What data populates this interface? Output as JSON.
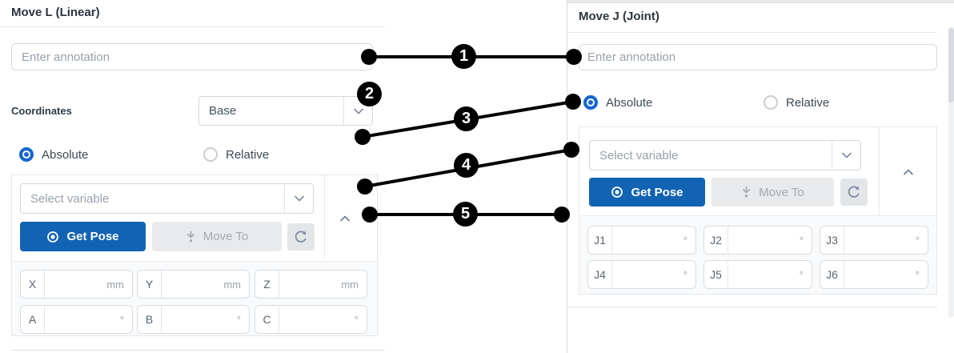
{
  "move_l": {
    "title": "Move L (Linear)",
    "annotation_placeholder": "Enter annotation",
    "coordinates_label": "Coordinates",
    "coordinates_value": "Base",
    "mode": {
      "absolute": "Absolute",
      "relative": "Relative"
    },
    "variable_placeholder": "Select variable",
    "buttons": {
      "get_pose": "Get Pose",
      "move_to": "Move To"
    },
    "pose_fields": [
      {
        "label": "X",
        "unit": "mm",
        "value": ""
      },
      {
        "label": "Y",
        "unit": "mm",
        "value": ""
      },
      {
        "label": "Z",
        "unit": "mm",
        "value": ""
      },
      {
        "label": "A",
        "unit": "°",
        "value": ""
      },
      {
        "label": "B",
        "unit": "°",
        "value": ""
      },
      {
        "label": "C",
        "unit": "°",
        "value": ""
      }
    ]
  },
  "move_j": {
    "title": "Move J (Joint)",
    "annotation_placeholder": "Enter annotation",
    "mode": {
      "absolute": "Absolute",
      "relative": "Relative"
    },
    "variable_placeholder": "Select variable",
    "buttons": {
      "get_pose": "Get Pose",
      "move_to": "Move To"
    },
    "joint_fields": [
      {
        "label": "J1",
        "unit": "°",
        "value": ""
      },
      {
        "label": "J2",
        "unit": "°",
        "value": ""
      },
      {
        "label": "J3",
        "unit": "°",
        "value": ""
      },
      {
        "label": "J4",
        "unit": "°",
        "value": ""
      },
      {
        "label": "J5",
        "unit": "°",
        "value": ""
      },
      {
        "label": "J6",
        "unit": "°",
        "value": ""
      }
    ]
  },
  "callouts": [
    "1",
    "2",
    "3",
    "4",
    "5"
  ],
  "colors": {
    "primary_blue": "#1263b4",
    "radio_blue": "#1565d2",
    "callout_black": "#000000",
    "disabled_gray": "#e9eaec"
  }
}
